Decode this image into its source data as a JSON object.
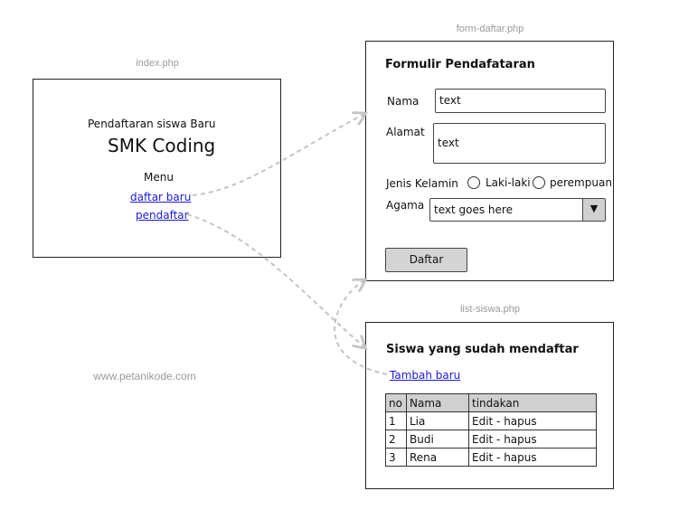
{
  "captions": {
    "index": "index.php",
    "form": "form-daftar.php",
    "list": "list-siswa.php",
    "watermark": "www.petanikode.com"
  },
  "index_page": {
    "subtitle": "Pendaftaran  siswa Baru",
    "title": "SMK Coding",
    "menu_label": "Menu",
    "links": [
      "daftar baru",
      "pendaftar"
    ]
  },
  "form_page": {
    "heading": "Formulir Pendafataran",
    "fields": {
      "nama_label": "Nama",
      "nama_value": "text",
      "alamat_label": "Alamat",
      "alamat_value": "text",
      "jenis_kelamin_label": "Jenis Kelamin",
      "options": [
        "Laki-laki",
        "perempuan"
      ],
      "agama_label": "Agama",
      "agama_value": "text goes here",
      "agama_arrow": "▼"
    },
    "submit_label": "Daftar"
  },
  "list_page": {
    "heading": "Siswa yang sudah mendaftar",
    "add_link": "Tambah baru",
    "columns": [
      "no",
      "Nama",
      "tindakan"
    ],
    "rows": [
      [
        "1",
        "Lia",
        "Edit - hapus"
      ],
      [
        "2",
        "Budi",
        "Edit - hapus"
      ],
      [
        "3",
        "Rena",
        "Edit - hapus"
      ]
    ]
  },
  "colors": {
    "caption": "#9a9a9a",
    "link": "#1a1adb",
    "arrow": "#c4c4c4"
  }
}
